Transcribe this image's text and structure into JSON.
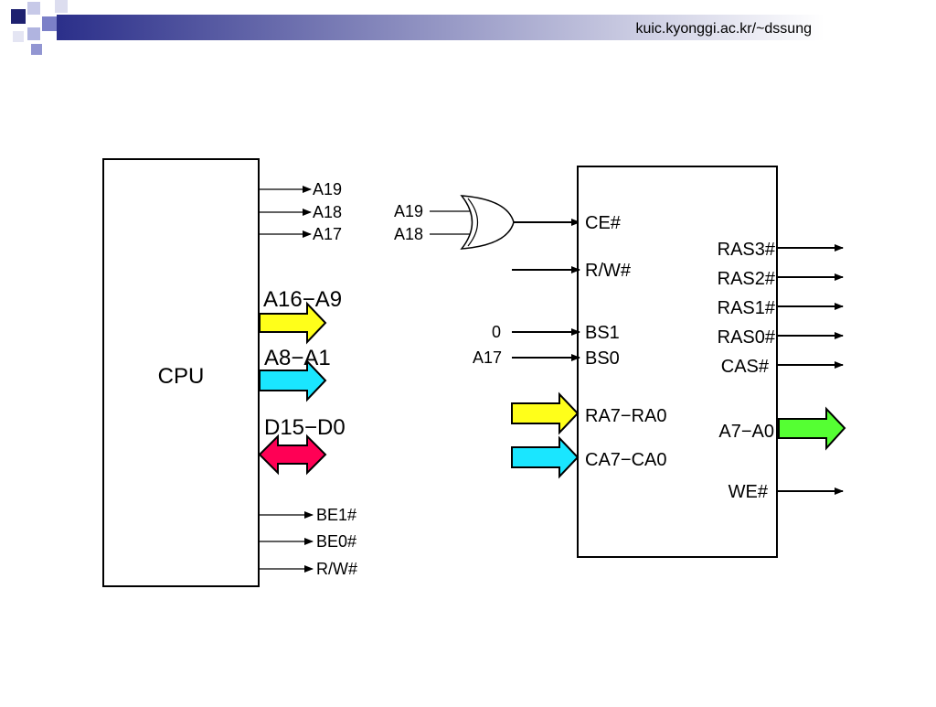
{
  "header": {
    "url": "kuic.kyonggi.ac.kr/~dssung",
    "gradient_start": "#2b2f8a",
    "gradient_end": "#ffffff"
  },
  "cpu": {
    "label": "CPU",
    "addr_lines": [
      "A19",
      "A18",
      "A17"
    ],
    "bus_a16_a9": "A16−A9",
    "bus_a8_a1": "A8−A1",
    "bus_data": "D15−D0",
    "ctrl_lines": [
      "BE1#",
      "BE0#",
      "R/W#"
    ]
  },
  "or_gate": {
    "inputs": [
      "A19",
      "A18"
    ]
  },
  "controller": {
    "inputs": {
      "ce": "CE#",
      "rw": "R/W#",
      "bs1": "BS1",
      "bs0": "BS0",
      "ra": "RA7−RA0",
      "ca": "CA7−CA0"
    },
    "input_signals": {
      "bs1": "0",
      "bs0": "A17"
    },
    "outputs": [
      "RAS3#",
      "RAS2#",
      "RAS1#",
      "RAS0#",
      "CAS#"
    ],
    "out_addr": "A7−A0",
    "we": "WE#"
  },
  "colors": {
    "yellow_bus": "#ffff1a",
    "cyan_bus": "#1ae6ff",
    "data_bus": "#ff0055",
    "green_bus": "#55ff33"
  }
}
